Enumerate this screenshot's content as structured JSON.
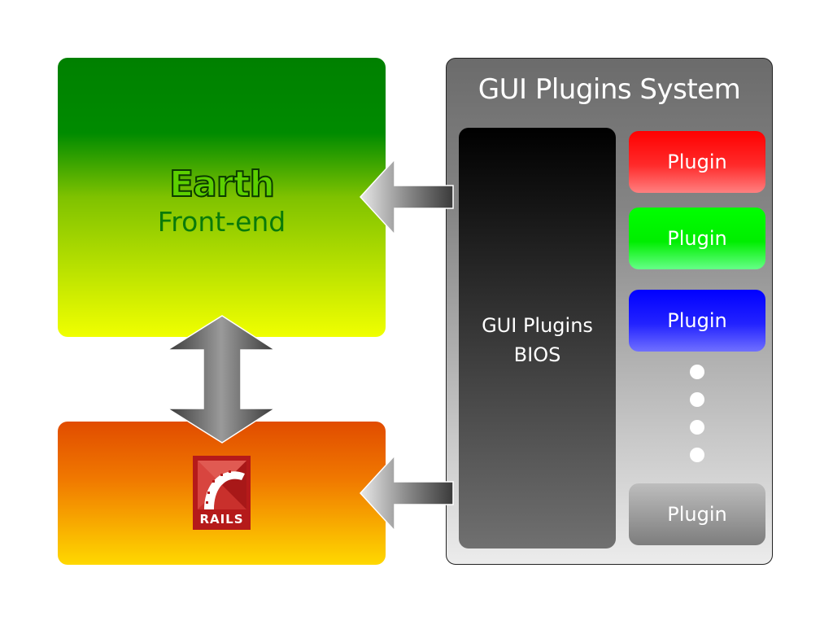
{
  "earth": {
    "title": "Earth",
    "subtitle": "Front-end"
  },
  "rails": {
    "logo_text": "RAILS"
  },
  "system": {
    "title": "GUI Plugins System",
    "bios_label": "GUI Plugins\nBIOS",
    "plugins": [
      {
        "label": "Plugin",
        "color": "#ff0000"
      },
      {
        "label": "Plugin",
        "color": "#00ff00"
      },
      {
        "label": "Plugin",
        "color": "#0000ff"
      },
      {
        "label": "Plugin",
        "color": "#9a9a9a"
      }
    ]
  },
  "colors": {
    "earth_top": "#008000",
    "earth_bottom": "#f0ff00",
    "rails_top": "#e14c00",
    "rails_bottom": "#ffd800",
    "bios_top": "#000000",
    "bios_bottom": "#707070"
  }
}
